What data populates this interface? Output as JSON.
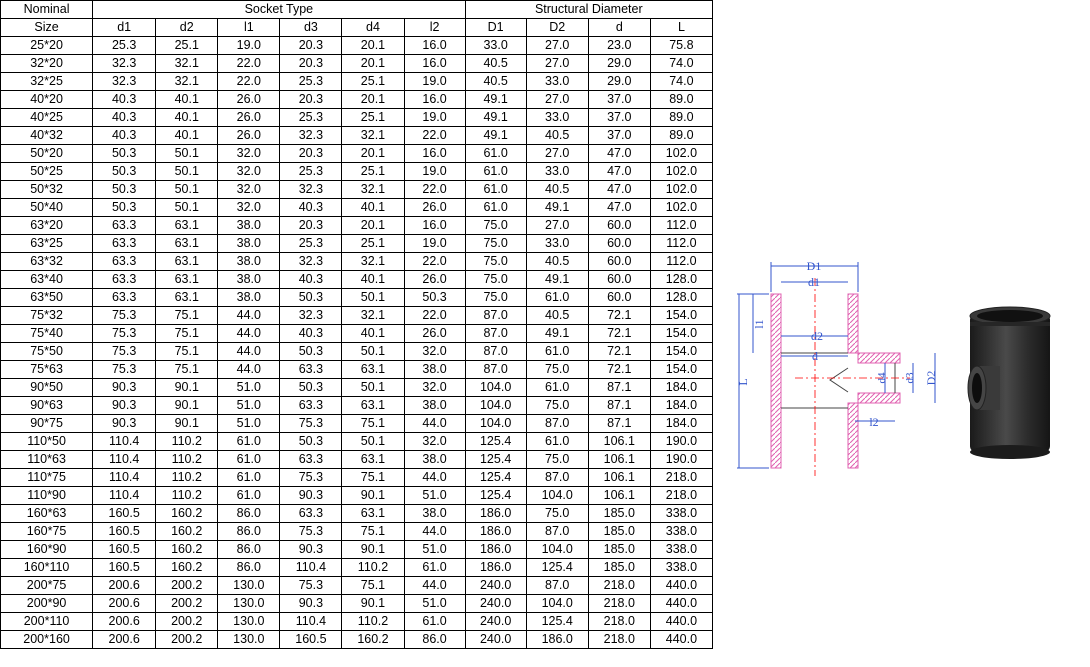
{
  "table": {
    "group_headers": {
      "nominal": "Nominal",
      "socket": "Socket Type",
      "structural": "Structural Diameter"
    },
    "columns": [
      "Size",
      "d1",
      "d2",
      "l1",
      "d3",
      "d4",
      "l2",
      "D1",
      "D2",
      "d",
      "L"
    ],
    "rows": [
      [
        "25*20",
        "25.3",
        "25.1",
        "19.0",
        "20.3",
        "20.1",
        "16.0",
        "33.0",
        "27.0",
        "23.0",
        "75.8"
      ],
      [
        "32*20",
        "32.3",
        "32.1",
        "22.0",
        "20.3",
        "20.1",
        "16.0",
        "40.5",
        "27.0",
        "29.0",
        "74.0"
      ],
      [
        "32*25",
        "32.3",
        "32.1",
        "22.0",
        "25.3",
        "25.1",
        "19.0",
        "40.5",
        "33.0",
        "29.0",
        "74.0"
      ],
      [
        "40*20",
        "40.3",
        "40.1",
        "26.0",
        "20.3",
        "20.1",
        "16.0",
        "49.1",
        "27.0",
        "37.0",
        "89.0"
      ],
      [
        "40*25",
        "40.3",
        "40.1",
        "26.0",
        "25.3",
        "25.1",
        "19.0",
        "49.1",
        "33.0",
        "37.0",
        "89.0"
      ],
      [
        "40*32",
        "40.3",
        "40.1",
        "26.0",
        "32.3",
        "32.1",
        "22.0",
        "49.1",
        "40.5",
        "37.0",
        "89.0"
      ],
      [
        "50*20",
        "50.3",
        "50.1",
        "32.0",
        "20.3",
        "20.1",
        "16.0",
        "61.0",
        "27.0",
        "47.0",
        "102.0"
      ],
      [
        "50*25",
        "50.3",
        "50.1",
        "32.0",
        "25.3",
        "25.1",
        "19.0",
        "61.0",
        "33.0",
        "47.0",
        "102.0"
      ],
      [
        "50*32",
        "50.3",
        "50.1",
        "32.0",
        "32.3",
        "32.1",
        "22.0",
        "61.0",
        "40.5",
        "47.0",
        "102.0"
      ],
      [
        "50*40",
        "50.3",
        "50.1",
        "32.0",
        "40.3",
        "40.1",
        "26.0",
        "61.0",
        "49.1",
        "47.0",
        "102.0"
      ],
      [
        "63*20",
        "63.3",
        "63.1",
        "38.0",
        "20.3",
        "20.1",
        "16.0",
        "75.0",
        "27.0",
        "60.0",
        "112.0"
      ],
      [
        "63*25",
        "63.3",
        "63.1",
        "38.0",
        "25.3",
        "25.1",
        "19.0",
        "75.0",
        "33.0",
        "60.0",
        "112.0"
      ],
      [
        "63*32",
        "63.3",
        "63.1",
        "38.0",
        "32.3",
        "32.1",
        "22.0",
        "75.0",
        "40.5",
        "60.0",
        "112.0"
      ],
      [
        "63*40",
        "63.3",
        "63.1",
        "38.0",
        "40.3",
        "40.1",
        "26.0",
        "75.0",
        "49.1",
        "60.0",
        "128.0"
      ],
      [
        "63*50",
        "63.3",
        "63.1",
        "38.0",
        "50.3",
        "50.1",
        "50.3",
        "75.0",
        "61.0",
        "60.0",
        "128.0"
      ],
      [
        "75*32",
        "75.3",
        "75.1",
        "44.0",
        "32.3",
        "32.1",
        "22.0",
        "87.0",
        "40.5",
        "72.1",
        "154.0"
      ],
      [
        "75*40",
        "75.3",
        "75.1",
        "44.0",
        "40.3",
        "40.1",
        "26.0",
        "87.0",
        "49.1",
        "72.1",
        "154.0"
      ],
      [
        "75*50",
        "75.3",
        "75.1",
        "44.0",
        "50.3",
        "50.1",
        "32.0",
        "87.0",
        "61.0",
        "72.1",
        "154.0"
      ],
      [
        "75*63",
        "75.3",
        "75.1",
        "44.0",
        "63.3",
        "63.1",
        "38.0",
        "87.0",
        "75.0",
        "72.1",
        "154.0"
      ],
      [
        "90*50",
        "90.3",
        "90.1",
        "51.0",
        "50.3",
        "50.1",
        "32.0",
        "104.0",
        "61.0",
        "87.1",
        "184.0"
      ],
      [
        "90*63",
        "90.3",
        "90.1",
        "51.0",
        "63.3",
        "63.1",
        "38.0",
        "104.0",
        "75.0",
        "87.1",
        "184.0"
      ],
      [
        "90*75",
        "90.3",
        "90.1",
        "51.0",
        "75.3",
        "75.1",
        "44.0",
        "104.0",
        "87.0",
        "87.1",
        "184.0"
      ],
      [
        "110*50",
        "110.4",
        "110.2",
        "61.0",
        "50.3",
        "50.1",
        "32.0",
        "125.4",
        "61.0",
        "106.1",
        "190.0"
      ],
      [
        "110*63",
        "110.4",
        "110.2",
        "61.0",
        "63.3",
        "63.1",
        "38.0",
        "125.4",
        "75.0",
        "106.1",
        "190.0"
      ],
      [
        "110*75",
        "110.4",
        "110.2",
        "61.0",
        "75.3",
        "75.1",
        "44.0",
        "125.4",
        "87.0",
        "106.1",
        "218.0"
      ],
      [
        "110*90",
        "110.4",
        "110.2",
        "61.0",
        "90.3",
        "90.1",
        "51.0",
        "125.4",
        "104.0",
        "106.1",
        "218.0"
      ],
      [
        "160*63",
        "160.5",
        "160.2",
        "86.0",
        "63.3",
        "63.1",
        "38.0",
        "186.0",
        "75.0",
        "185.0",
        "338.0"
      ],
      [
        "160*75",
        "160.5",
        "160.2",
        "86.0",
        "75.3",
        "75.1",
        "44.0",
        "186.0",
        "87.0",
        "185.0",
        "338.0"
      ],
      [
        "160*90",
        "160.5",
        "160.2",
        "86.0",
        "90.3",
        "90.1",
        "51.0",
        "186.0",
        "104.0",
        "185.0",
        "338.0"
      ],
      [
        "160*110",
        "160.5",
        "160.2",
        "86.0",
        "110.4",
        "110.2",
        "61.0",
        "186.0",
        "125.4",
        "185.0",
        "338.0"
      ],
      [
        "200*75",
        "200.6",
        "200.2",
        "130.0",
        "75.3",
        "75.1",
        "44.0",
        "240.0",
        "87.0",
        "218.0",
        "440.0"
      ],
      [
        "200*90",
        "200.6",
        "200.2",
        "130.0",
        "90.3",
        "90.1",
        "51.0",
        "240.0",
        "104.0",
        "218.0",
        "440.0"
      ],
      [
        "200*110",
        "200.6",
        "200.2",
        "130.0",
        "110.4",
        "110.2",
        "61.0",
        "240.0",
        "125.4",
        "218.0",
        "440.0"
      ],
      [
        "200*160",
        "200.6",
        "200.2",
        "130.0",
        "160.5",
        "160.2",
        "86.0",
        "240.0",
        "186.0",
        "218.0",
        "440.0"
      ]
    ]
  },
  "drawing": {
    "labels": {
      "D1": "D1",
      "d1": "d1",
      "d2": "d2",
      "d": "d",
      "l1": "l1",
      "L": "L",
      "d4": "d4",
      "d3": "d3",
      "D2": "D2",
      "l2": "l2"
    },
    "colors": {
      "line": "#3355cc",
      "hatch": "#e060b0",
      "center": "#ff0000"
    }
  },
  "photo": {
    "icon": "reducing-tee-pipe-fitting-photo",
    "color": "#2a2a2a"
  }
}
